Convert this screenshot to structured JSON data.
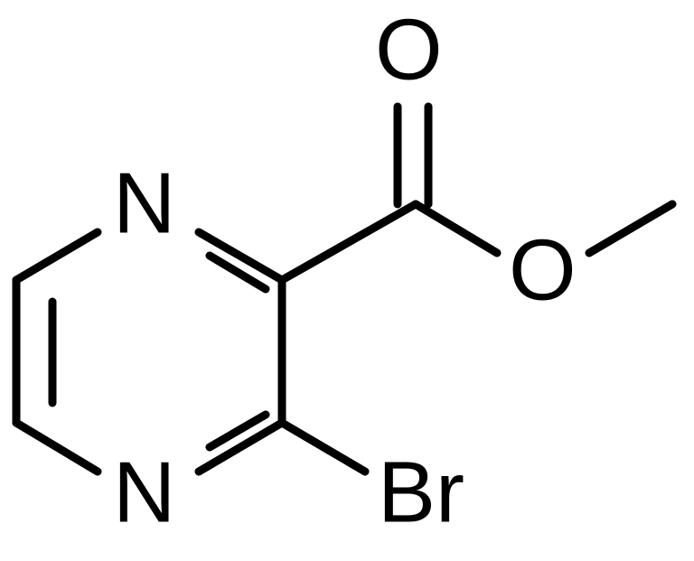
{
  "molecule": {
    "atoms": {
      "n_top": "N",
      "n_bottom": "N",
      "o_carbonyl": "O",
      "o_ester": "O",
      "br": "Br"
    }
  }
}
